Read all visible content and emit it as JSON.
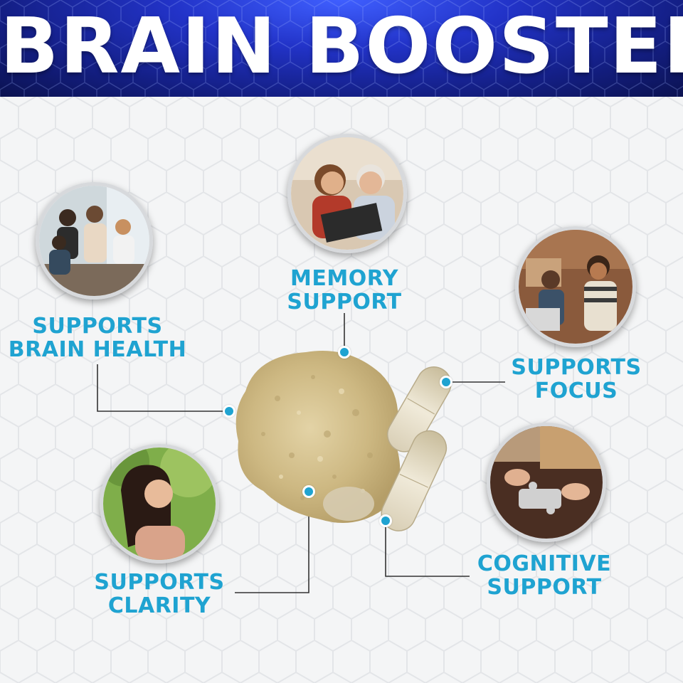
{
  "title": "BRAIN BOOSTER",
  "colors": {
    "accent": "#1fa3d1",
    "banner": "#1a2aa8",
    "background": "#f4f5f6"
  },
  "benefits": {
    "brain_health": {
      "label": "SUPPORTS\nBRAIN HEALTH",
      "image": "group-of-friends-talking-photo"
    },
    "memory": {
      "label": "MEMORY\nSUPPORT",
      "image": "woman-and-elderly-man-reading-photo"
    },
    "focus": {
      "label": "SUPPORTS\nFOCUS",
      "image": "students-studying-with-laptop-photo"
    },
    "clarity": {
      "label": "SUPPORTS\nCLARITY",
      "image": "woman-breathing-outdoors-photo"
    },
    "cognitive": {
      "label": "COGNITIVE\nSUPPORT",
      "image": "hands-doing-jigsaw-puzzle-photo"
    }
  },
  "product_image": "powder-and-capsules-photo"
}
